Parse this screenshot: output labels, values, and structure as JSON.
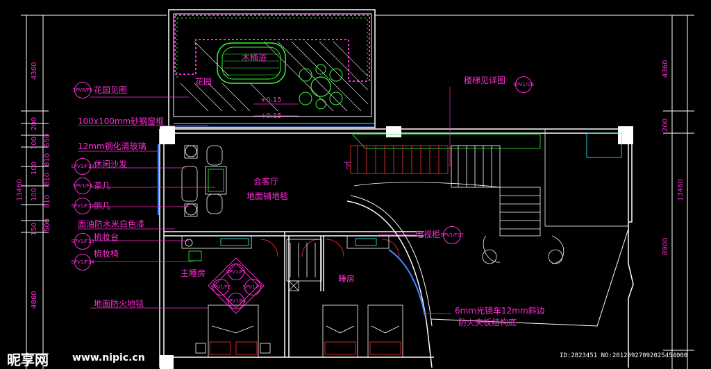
{
  "left_annotations": [
    {
      "tag": "SPV6/P1",
      "text": "花园见图"
    },
    {
      "tag": "",
      "text": "100x100mm砂钢窗框"
    },
    {
      "tag": "",
      "text": "12mm钢化清玻璃"
    },
    {
      "tag": "SPV1/F10",
      "text": "休闲沙发"
    },
    {
      "tag": "SPV1/F4",
      "text": "茶几"
    },
    {
      "tag": "SPV1/F12",
      "text": "侧几"
    },
    {
      "tag": "",
      "text": "面油防水米白色漆"
    },
    {
      "tag": "SPV1/F13",
      "text": "梳妆台"
    },
    {
      "tag": "SPV1/F14",
      "text": "梳妆椅"
    },
    {
      "tag": "",
      "text": "地面防火地毯"
    }
  ],
  "left_dims": {
    "total": "13460",
    "segments": [
      "4360",
      "200",
      "100",
      "100",
      "100",
      "150",
      "4860"
    ],
    "inner": [
      "550",
      "810",
      "810",
      "810",
      "500"
    ]
  },
  "right_dims": {
    "total": "13460",
    "segments": [
      "4360",
      "200",
      "8900"
    ]
  },
  "rooms": {
    "bath": "木桶浴",
    "garden": "花园",
    "level1": "+0.15",
    "level2": "+0.15",
    "living": "会客厅",
    "living_floor": "地面铺地毯",
    "down": "下",
    "master": "主睡房",
    "bedroom": "睡房"
  },
  "right_annotations": {
    "stairs": "楼梯见详图",
    "stairs_tag": "SPV1/D6",
    "tv": "电视柜",
    "tv_tag": "SPV1/F17",
    "mirror1": "6mm光镜车12mm斜边",
    "mirror2": "防火夹板结构底"
  },
  "diamond_tags": [
    "SPV1/F1",
    "SPV1/F2",
    "SPV1/F3",
    "SPV1/F4"
  ],
  "watermark": {
    "logo": "昵享网",
    "url": "www.nipic.cn",
    "id": "ID:2823451 NO:20120927092025454000"
  },
  "colors": {
    "wall": "#ffffff",
    "accent": "#ff2bd6",
    "green": "#33ff33",
    "cyan": "#33ffff",
    "dim": "#ffffff",
    "red": "#ff3333",
    "blue": "#4488ff"
  }
}
